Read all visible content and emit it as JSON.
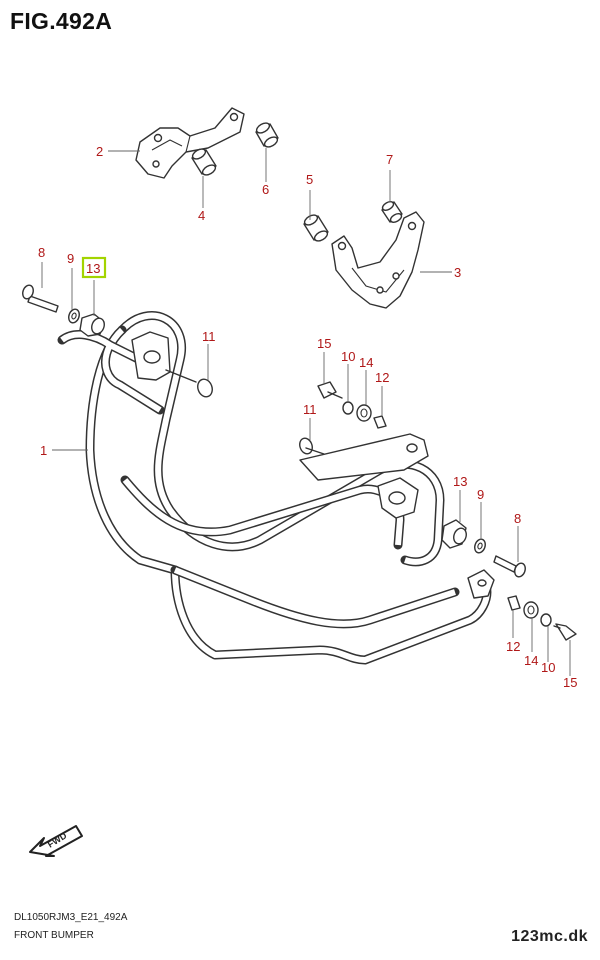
{
  "header": {
    "title": "FIG.492A"
  },
  "footer": {
    "model_code": "DL1050RJM3_E21_492A",
    "section_name": "FRONT BUMPER"
  },
  "brand": {
    "watermark": "123mc.dk"
  },
  "direction_marker": {
    "label": "FWD",
    "icon": "fwd-arrow-icon"
  },
  "callouts": {
    "c1": "1",
    "c2": "2",
    "c3": "3",
    "c4": "4",
    "c5": "5",
    "c6": "6",
    "c7": "7",
    "c8_left": "8",
    "c9_left": "9",
    "c13_left": "13",
    "c11_upper": "11",
    "c15_top": "15",
    "c10_top": "10",
    "c14_top": "14",
    "c12_top": "12",
    "c11_mid": "11",
    "c13_right": "13",
    "c9_right": "9",
    "c8_right": "8",
    "c12_bottom": "12",
    "c14_bottom": "14",
    "c10_bottom": "10",
    "c15_bottom": "15"
  },
  "selected_callout": "13",
  "colors": {
    "callout_text": "#b01818",
    "highlight_box": "#a3d400",
    "line_art": "#333333"
  }
}
